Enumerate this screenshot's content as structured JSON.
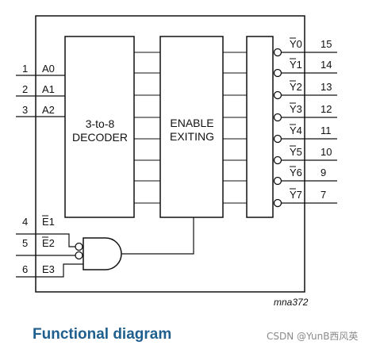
{
  "caption": "Functional diagram",
  "watermark": "CSDN @YunB西风英",
  "reference_code": "mna372",
  "decoder_block": {
    "line1": "3-to-8",
    "line2": "DECODER"
  },
  "enable_block": {
    "line1": "ENABLE",
    "line2": "EXITING"
  },
  "address_inputs": [
    {
      "pin": "1",
      "name": "A0"
    },
    {
      "pin": "2",
      "name": "A1"
    },
    {
      "pin": "3",
      "name": "A2"
    }
  ],
  "enable_inputs": [
    {
      "pin": "4",
      "name": "E1",
      "bar": true
    },
    {
      "pin": "5",
      "name": "E2",
      "bar": true
    },
    {
      "pin": "6",
      "name": "E3",
      "bar": false
    }
  ],
  "outputs": [
    {
      "name": "Y0",
      "pin": "15"
    },
    {
      "name": "Y1",
      "pin": "14"
    },
    {
      "name": "Y2",
      "pin": "13"
    },
    {
      "name": "Y3",
      "pin": "12"
    },
    {
      "name": "Y4",
      "pin": "11"
    },
    {
      "name": "Y5",
      "pin": "10"
    },
    {
      "name": "Y6",
      "pin": "9"
    },
    {
      "name": "Y7",
      "pin": "7"
    }
  ]
}
